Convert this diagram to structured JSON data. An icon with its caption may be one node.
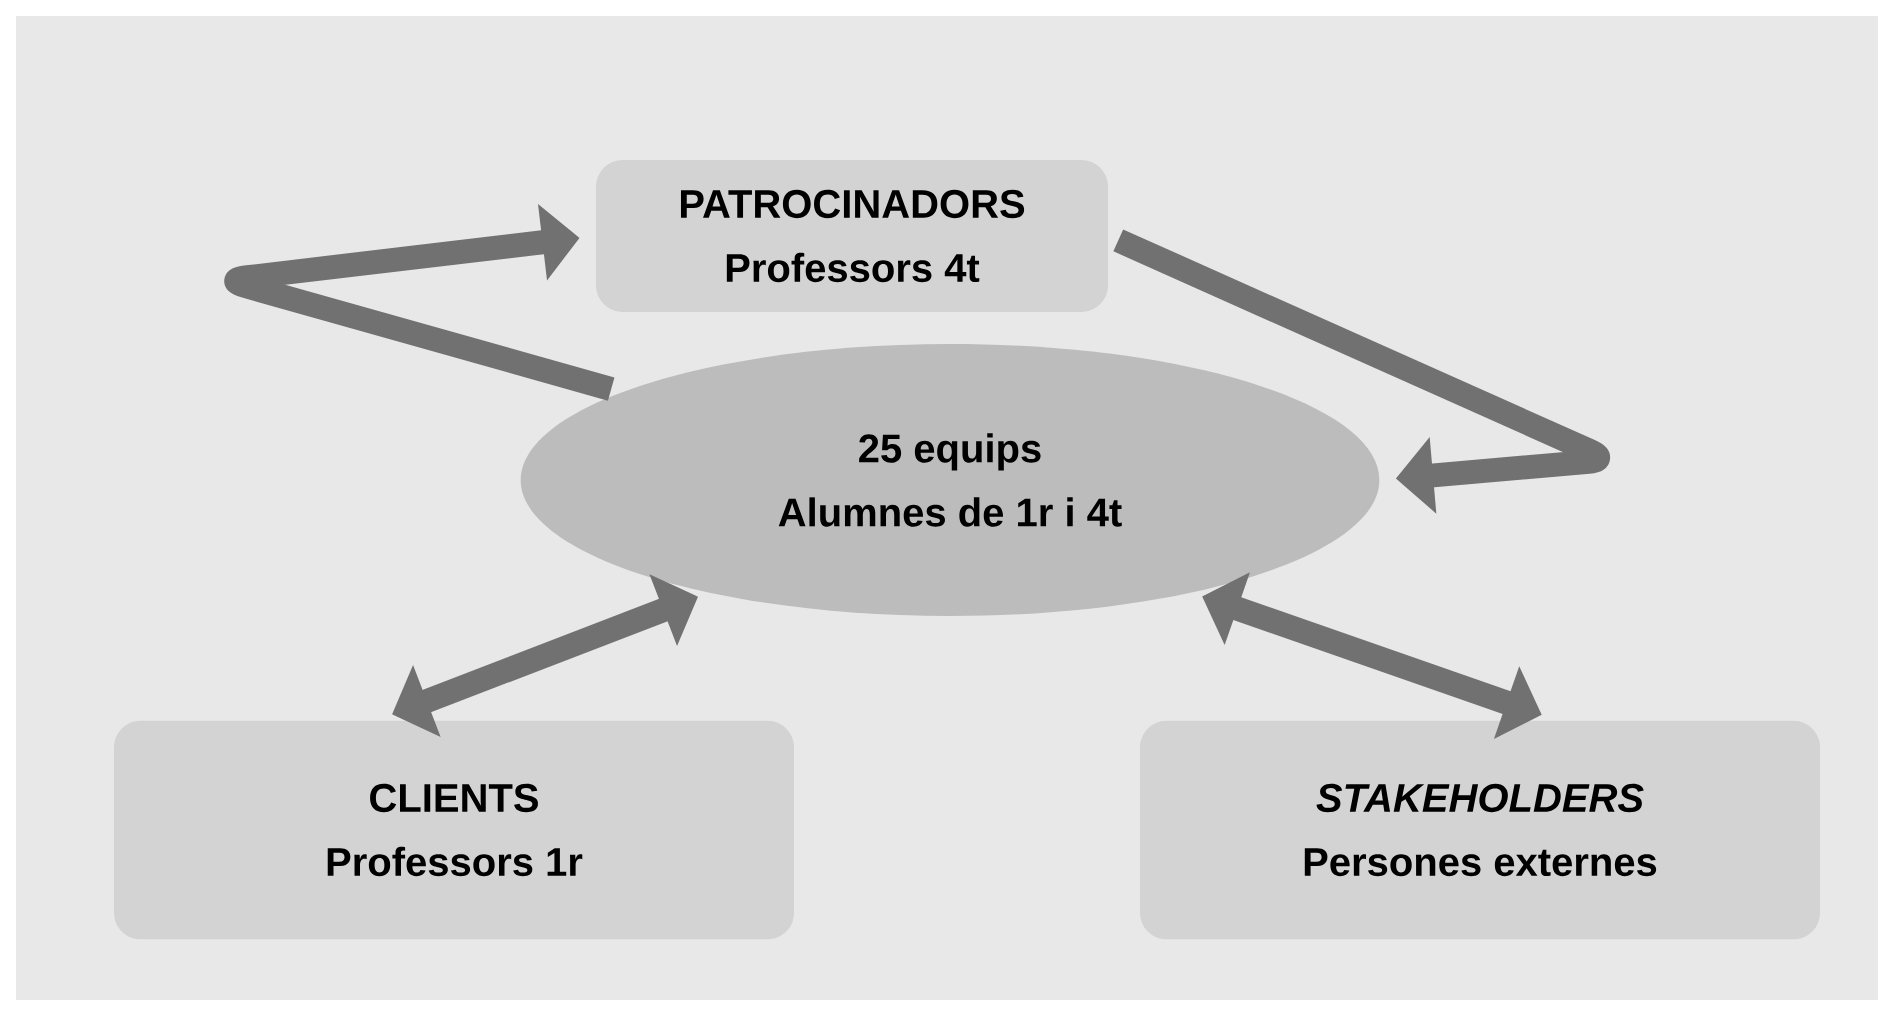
{
  "diagram": {
    "nodes": [
      {
        "text": [
          "PATROCINADORS",
          "Professors 4t"
        ]
      },
      {
        "text": [
          "25 equips",
          "Alumnes de 1r i 4t"
        ]
      },
      {
        "text": [
          "CLIENTS",
          "Professors 1r"
        ]
      },
      {
        "text": [
          "STAKEHOLDERS",
          "Persones externes"
        ]
      }
    ],
    "edges": [
      {
        "from": 1,
        "to": 0,
        "arrow": "to"
      },
      {
        "from": 0,
        "to": 1,
        "arrow": "to"
      },
      {
        "from": 1,
        "to": 2,
        "arrow": "both"
      },
      {
        "from": 1,
        "to": 3,
        "arrow": "both"
      }
    ]
  }
}
